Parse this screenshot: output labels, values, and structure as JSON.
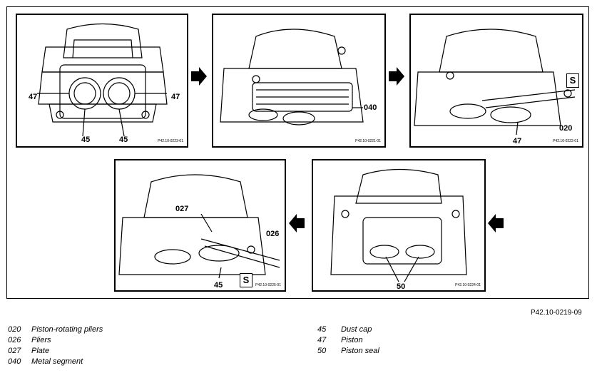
{
  "figure_ref": "P42.10-0219-09",
  "panels": [
    {
      "id": "p1",
      "code": "P42.10-0223-01",
      "labels": [
        "47",
        "47",
        "45",
        "45"
      ]
    },
    {
      "id": "p2",
      "code": "P42.10-0221-01",
      "labels": [
        "040"
      ]
    },
    {
      "id": "p3",
      "code": "P42.10-0222-01",
      "labels": [
        "020",
        "47"
      ],
      "symbol": "S"
    },
    {
      "id": "p4",
      "code": "P42.10-0225-01",
      "labels": [
        "027",
        "026",
        "45"
      ],
      "symbol": "S"
    },
    {
      "id": "p5",
      "code": "P42.10-0224-01",
      "labels": [
        "50"
      ]
    }
  ],
  "legend_left": [
    {
      "num": "020",
      "text": "Piston-rotating pliers"
    },
    {
      "num": "026",
      "text": "Pliers"
    },
    {
      "num": "027",
      "text": "Plate"
    },
    {
      "num": "040",
      "text": "Metal segment"
    }
  ],
  "legend_right": [
    {
      "num": "45",
      "text": "Dust cap"
    },
    {
      "num": "47",
      "text": "Piston"
    },
    {
      "num": "50",
      "text": "Piston seal"
    }
  ]
}
